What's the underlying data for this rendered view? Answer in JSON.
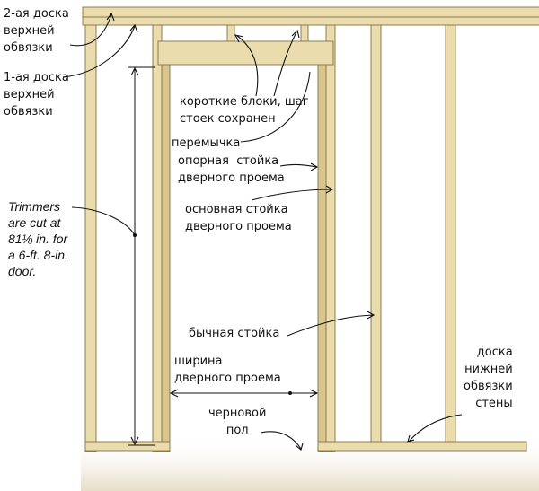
{
  "labels": {
    "top_plate_2": "2-ая доска\nверхней\nобвязки",
    "top_plate_1": "1-ая доска\nверхней\nобвязки",
    "cripples": "короткие блоки, шаг\nстоек сохранен",
    "header": "перемычка",
    "trimmer": "опорная  стойка\nдверного проема",
    "king_stud": "основная стойка\nдверного проема",
    "trimmers_note": "Trimmers\nare cut at\n81⅛ in. for\na 6-ft. 8-in.\ndoor.",
    "common_stud": "бычная стойка",
    "opening_width": "ширина\nдверного проема",
    "subfloor": "черновой\nпол",
    "bottom_plate": "доска\nнижней\nобвязки\nстены"
  },
  "colors": {
    "wood": "#ebdcae",
    "outline": "#8c7c4c"
  }
}
